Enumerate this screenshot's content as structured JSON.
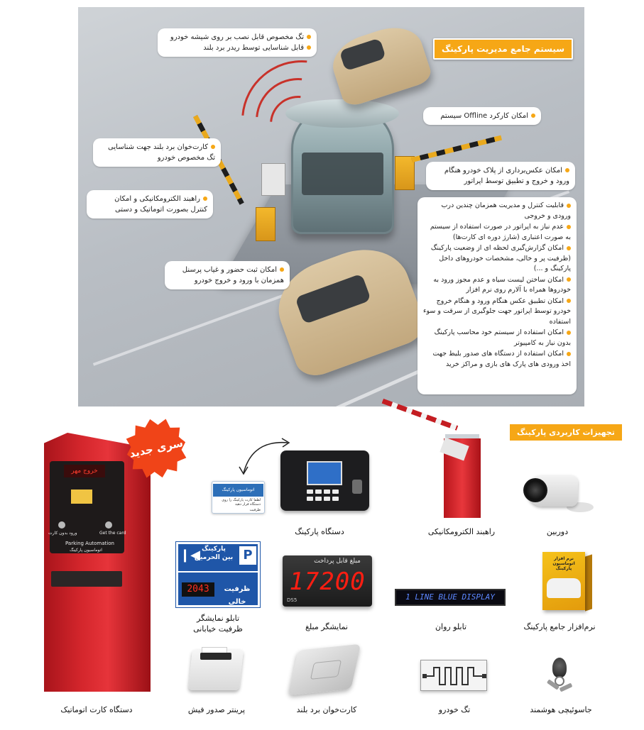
{
  "scene": {
    "title": "سیستم جامع مدیریت پارکینگ",
    "callout_tag_lines": [
      "تگ مخصوص قابل نصب بر روی شیشه خودرو",
      "قابل شناسایی توسط ریدر برد بلند"
    ],
    "callout_offline": "امکان کارکرد Offline سیستم",
    "callout_reader_lines": [
      "کارت‌خوان برد بلند جهت شناسایی",
      "تگ مخصوص خودرو"
    ],
    "callout_photo_lines": [
      "امکان عکس‌برداری از پلاک خودرو هنگام",
      "ورود و خروج و تطبیق توسط اپراتور"
    ],
    "callout_barrier_lines": [
      "راهبند الکترومکانیکی و امکان",
      "کنترل بصورت اتوماتیک و دستی"
    ],
    "callout_attendance_lines": [
      "امکان ثبت حضور و غیاب پرسنل",
      "همزمان با ورود و خروج خودرو"
    ],
    "features": [
      "قابلیت کنترل و مدیریت همزمان چندین درب ورودی و خروجی",
      "عدم نیاز به اپراتور در صورت استفاده از سیستم به صورت اعتباری (شارژ دوره ای کارت‌ها)",
      "امکان گزارش‌گیری لحظه ای از وضعیت پارکینگ (ظرفیت پر و خالی، مشخصات خودروهای داخل پارکینگ و ...)",
      "امکان ساختن لیست سیاه و عدم مجوز ورود به خودروها همراه با آلارم روی نرم افزار",
      "امکان تطبیق عکس هنگام ورود و هنگام خروج خودرو توسط اپراتور جهت جلوگیری از سرقت و سوء استفاده",
      "امکان استفاده از سیستم خود محاسب پارکینگ بدون نیاز به کامپیوتر",
      "امکان استفاده از دستگاه های صدور بلیط جهت اخذ ورودی های پارک های بازی و مراکز خرید"
    ]
  },
  "equipment": {
    "section_title": "تجهیزات کاربردی پارکینگ",
    "new_series_badge": "سری جدید",
    "kiosk": {
      "caption": "دستگاه کارت اتوماتیک",
      "screen_text": "خروج مهر",
      "left_button_label": "ورود بدون کارت",
      "right_button_label": "Get the card",
      "brand_en": "Parking Automation",
      "brand_fa": "اتوماسیون پارکینگ"
    },
    "parking_device": {
      "caption": "دستگاه پارکینگ",
      "card_title": "اتوماسیون پارکینگ",
      "card_text": "لطفا کارت پارکینگ را روی دستگاه قرار دهید",
      "card_sub": "ظرفیت"
    },
    "barrier": {
      "caption": "راهبند الکترومکانیکی"
    },
    "camera": {
      "caption": "دوربین"
    },
    "sign": {
      "caption_lines": [
        "تابلو نمایشگر",
        "ظرفیت خیابانی"
      ],
      "title_lines": [
        "پارکینگ",
        "بین الحرمین"
      ],
      "p_letter": "P",
      "digits": "2043",
      "capacity_label": "ظرفیت خالی"
    },
    "price_display": {
      "caption": "نمایشگر مبلغ",
      "title": "مبلغ قابل پرداخت",
      "value": "17200",
      "model": "DS5"
    },
    "led_display": {
      "caption": "تابلو روان",
      "text": "1 LINE BLUE DISPLAY"
    },
    "software": {
      "caption": "نرم‌افزار جامع پارکینگ",
      "box_title": "نرم افزار اتوماسیون پارکینگ"
    },
    "printer": {
      "caption": "پرینتر صدور فیش"
    },
    "long_reader": {
      "caption": "کارت‌خوان برد بلند"
    },
    "tag": {
      "caption": "تگ خودرو"
    },
    "keyfob": {
      "caption": "جاسوئیچی هوشمند"
    }
  },
  "colors": {
    "accent": "#f6a716",
    "red": "#d4262c",
    "blue": "#1f56a8"
  }
}
